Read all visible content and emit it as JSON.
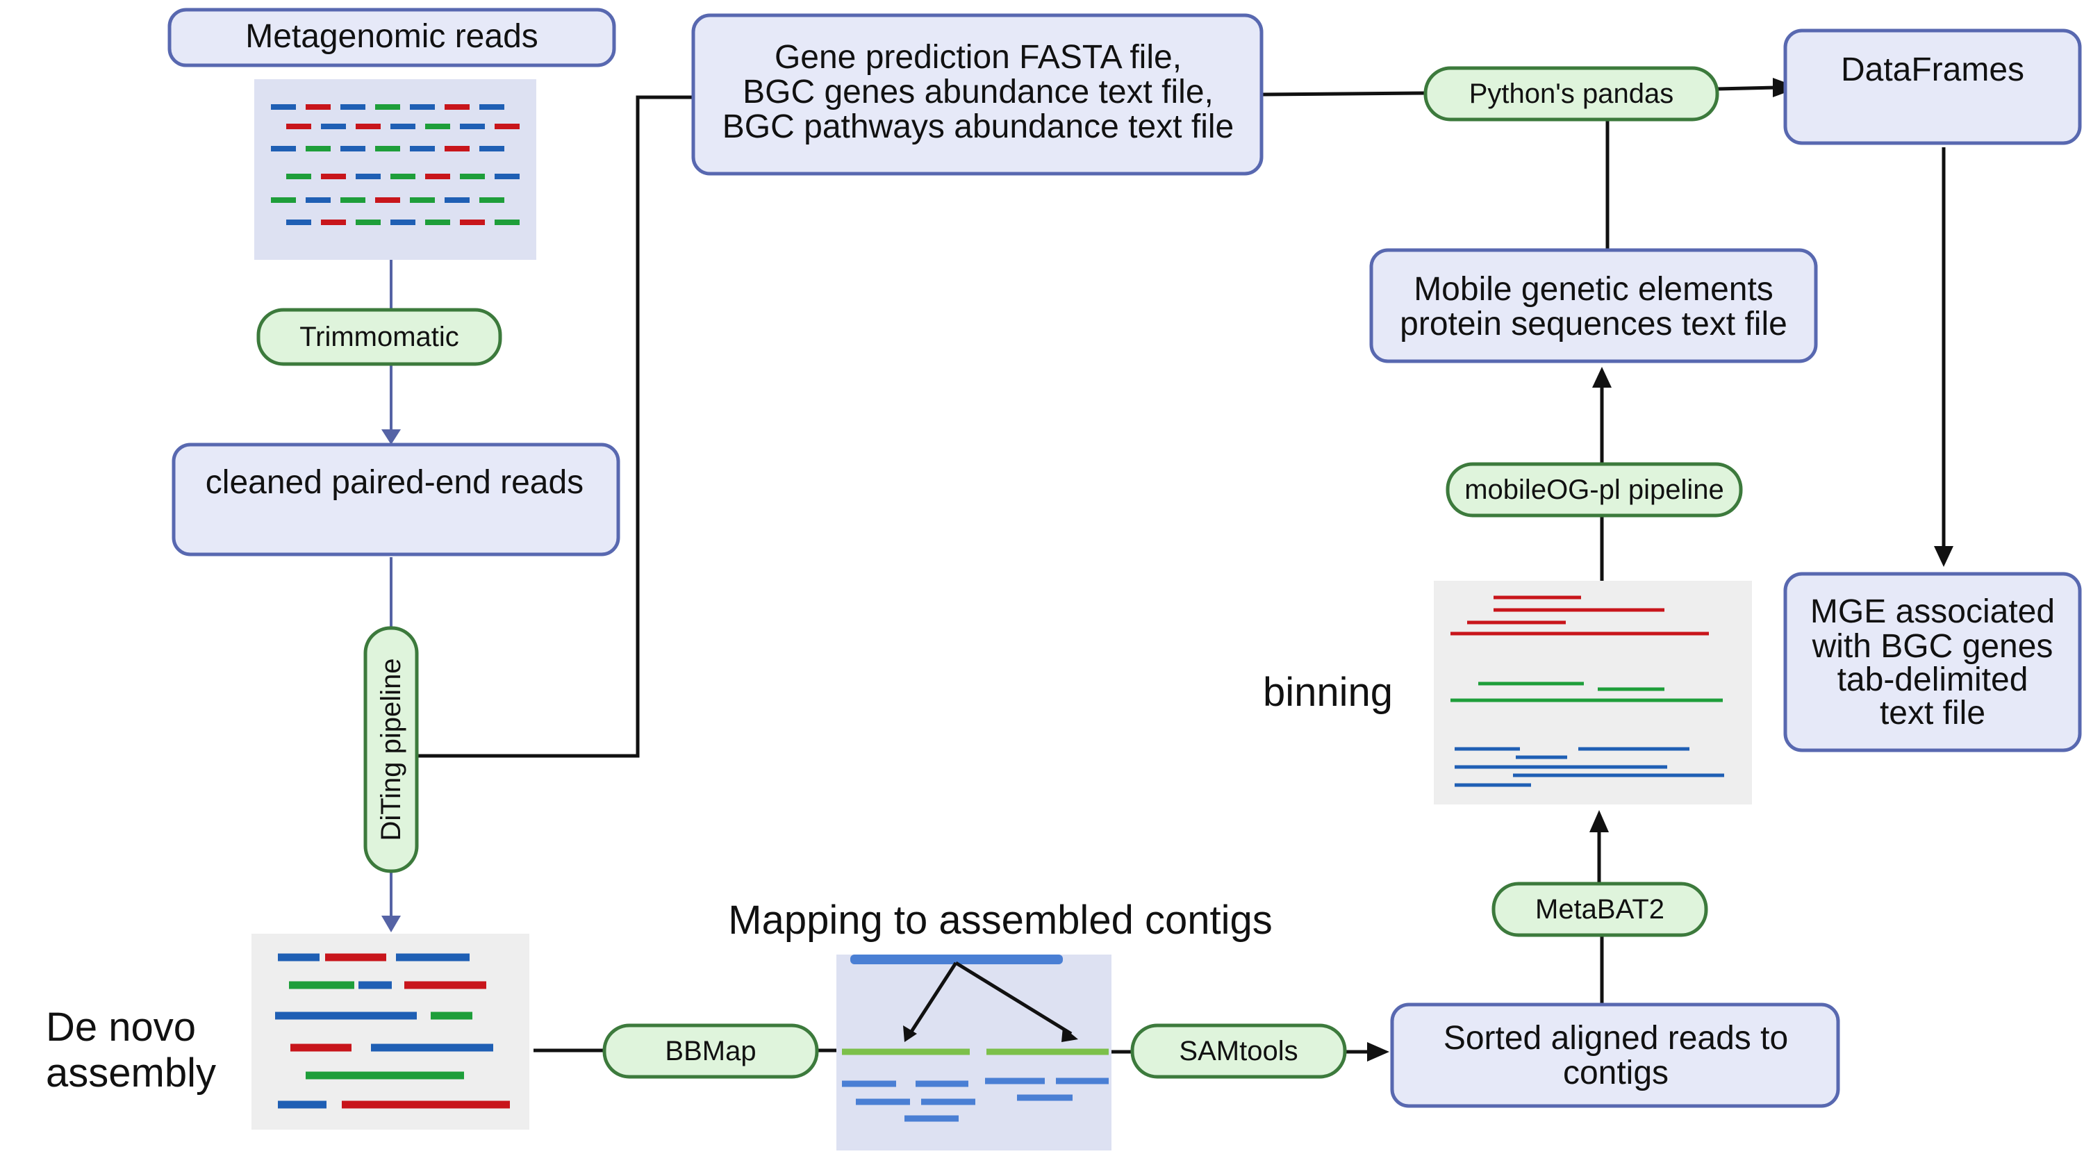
{
  "colors": {
    "box_fill": "#e6e9f8",
    "box_stroke": "#5868b0",
    "pill_fill": "#dff4dc",
    "pill_stroke": "#3c7a3c",
    "flow_arrow": "#5563a5",
    "line": "#111111",
    "read_red": "#c8151b",
    "read_green": "#1e9e3a",
    "read_blue": "#1f5fb4",
    "contig_green": "#7cc04a",
    "contig_blue": "#4a7fd4"
  },
  "boxes": {
    "metagenomic_reads": "Metagenomic reads",
    "cleaned_reads": "cleaned paired-end reads",
    "gene_prediction": [
      "Gene prediction FASTA file,",
      "BGC genes abundance text file,",
      "BGC pathways abundance text file"
    ],
    "dataframes": "DataFrames",
    "mobile_elements": [
      "Mobile genetic elements",
      "protein sequences text file"
    ],
    "mge_associated": [
      "MGE associated",
      "with BGC genes",
      "tab-delimited",
      "text file"
    ],
    "sorted_reads": [
      "Sorted aligned reads to",
      "contigs"
    ]
  },
  "tools": {
    "trimmomatic": "Trimmomatic",
    "diting": "DiTing pipeline",
    "pandas": "Python's pandas",
    "mobileog": "mobileOG-pl pipeline",
    "metabat": "MetaBAT2",
    "bbmap": "BBMap",
    "samtools": "SAMtools"
  },
  "labels": {
    "de_novo": [
      "De novo",
      "assembly"
    ],
    "mapping": "Mapping to assembled contigs",
    "binning": "binning"
  }
}
